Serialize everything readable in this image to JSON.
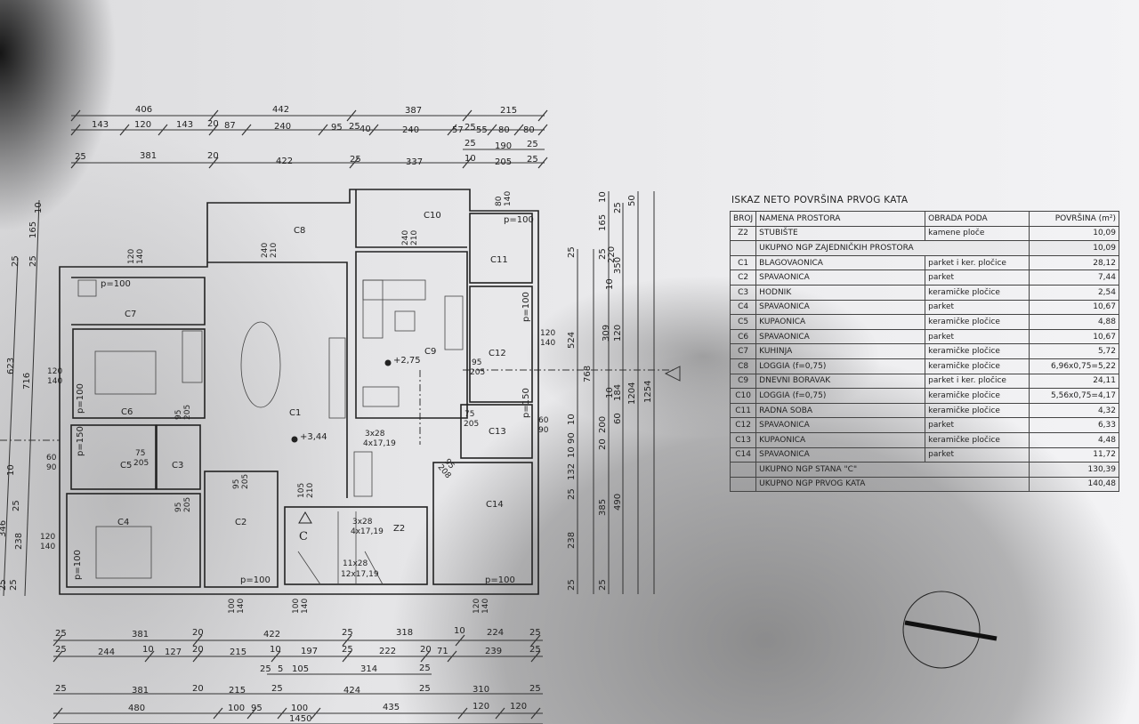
{
  "table": {
    "title": "ISKAZ NETO POVRŠINA PRVOG KATA",
    "headers": [
      "BROJ",
      "NAMENA PROSTORA",
      "OBRADA PODA",
      "POVRŠINA (m²)"
    ],
    "rows": [
      {
        "broj": "Z2",
        "namena": "STUBIŠTE",
        "obrada": "kamene ploče",
        "povrsina": "10,09"
      },
      {
        "broj": "",
        "namena": "UKUPNO NGP ZAJEDNIČKIH PROSTORA",
        "obrada": "",
        "povrsina": "10,09"
      },
      {
        "broj": "C1",
        "namena": "BLAGOVAONICA",
        "obrada": "parket i ker. pločice",
        "povrsina": "28,12"
      },
      {
        "broj": "C2",
        "namena": "SPAVAONICA",
        "obrada": "parket",
        "povrsina": "7,44"
      },
      {
        "broj": "C3",
        "namena": "HODNIK",
        "obrada": "keramičke pločice",
        "povrsina": "2,54"
      },
      {
        "broj": "C4",
        "namena": "SPAVAONICA",
        "obrada": "parket",
        "povrsina": "10,67"
      },
      {
        "broj": "C5",
        "namena": "KUPAONICA",
        "obrada": "keramičke pločice",
        "povrsina": "4,88"
      },
      {
        "broj": "C6",
        "namena": "SPAVAONICA",
        "obrada": "parket",
        "povrsina": "10,67"
      },
      {
        "broj": "C7",
        "namena": "KUHINJA",
        "obrada": "keramičke pločice",
        "povrsina": "5,72"
      },
      {
        "broj": "C8",
        "namena": "LOGGIA (f=0,75)",
        "obrada": "keramičke pločice",
        "povrsina": "6,96x0,75=5,22"
      },
      {
        "broj": "C9",
        "namena": "DNEVNI BORAVAK",
        "obrada": "parket i ker. pločice",
        "povrsina": "24,11"
      },
      {
        "broj": "C10",
        "namena": "LOGGIA (f=0,75)",
        "obrada": "keramičke pločice",
        "povrsina": "5,56x0,75=4,17"
      },
      {
        "broj": "C11",
        "namena": "RADNA SOBA",
        "obrada": "keramičke pločice",
        "povrsina": "4,32"
      },
      {
        "broj": "C12",
        "namena": "SPAVAONICA",
        "obrada": "parket",
        "povrsina": "6,33"
      },
      {
        "broj": "C13",
        "namena": "KUPAONICA",
        "obrada": "keramičke pločice",
        "povrsina": "4,48"
      },
      {
        "broj": "C14",
        "namena": "SPAVAONICA",
        "obrada": "parket",
        "povrsina": "11,72"
      },
      {
        "broj": "",
        "namena": "UKUPNO NGP STANA \"C\"",
        "obrada": "",
        "povrsina": "130,39"
      },
      {
        "broj": "",
        "namena": "UKUPNO NGP PRVOG KATA",
        "obrada": "",
        "povrsina": "140,48"
      }
    ]
  },
  "plan": {
    "rooms": {
      "c1": "C1",
      "c2": "C2",
      "c3": "C3",
      "c4": "C4",
      "c5": "C5",
      "c6": "C6",
      "c7": "C7",
      "c8": "C8",
      "c9": "C9",
      "c10": "C10",
      "c11": "C11",
      "c12": "C12",
      "c13": "C13",
      "c14": "C14",
      "z2": "Z2",
      "apartment": "C"
    },
    "levels": {
      "c9": "+2,75",
      "c1": "+3,44"
    },
    "sills": {
      "p100": "p=100",
      "p150": "p=150"
    },
    "stairs": {
      "a1": "3x28",
      "a2": "4x17,19",
      "b1": "11x28",
      "b2": "12x17,19"
    },
    "openings": [
      [
        "120",
        "140"
      ],
      [
        "240",
        "210"
      ],
      [
        "240",
        "210"
      ],
      [
        "80",
        "140"
      ],
      [
        "120",
        "140"
      ],
      [
        "95",
        "205"
      ],
      [
        "60",
        "90"
      ],
      [
        "75",
        "205"
      ],
      [
        "95",
        "205"
      ],
      [
        "75",
        "205"
      ],
      [
        "95",
        "205"
      ],
      [
        "95",
        "205"
      ],
      [
        "105",
        "210"
      ],
      [
        "95",
        "208"
      ],
      [
        "100",
        "140"
      ],
      [
        "100",
        "140"
      ],
      [
        "120",
        "140"
      ],
      [
        "120",
        "140"
      ],
      [
        "60",
        "90"
      ],
      [
        "120",
        "140"
      ]
    ],
    "dims_top": {
      "r1": [
        "406",
        "442",
        "387",
        "215"
      ],
      "r2": [
        "143",
        "120",
        "143",
        "20",
        "87",
        "240",
        "95",
        "25",
        "40",
        "240",
        "57",
        "25",
        "55",
        "80",
        "80"
      ],
      "r3": [
        "25",
        "190",
        "25"
      ],
      "r4": [
        "25",
        "381",
        "20",
        "422",
        "25",
        "337",
        "10",
        "205",
        "25"
      ]
    },
    "dims_bottom": {
      "r1": [
        "25",
        "381",
        "20",
        "422",
        "25",
        "318",
        "10",
        "224",
        "25"
      ],
      "r2": [
        "25",
        "244",
        "10",
        "127",
        "20",
        "215",
        "10",
        "197",
        "25",
        "222",
        "20",
        "71",
        "239",
        "25"
      ],
      "r3": [
        "25",
        "5",
        "105",
        "314",
        "25"
      ],
      "r4": [
        "25",
        "381",
        "20",
        "215",
        "25",
        "424",
        "25",
        "310",
        "25"
      ],
      "r5": [
        "480",
        "100",
        "95",
        "100",
        "435",
        "120",
        "120"
      ],
      "r6": [
        "1450"
      ]
    },
    "dims_right": {
      "a": [
        "25",
        "524",
        "10",
        "90",
        "10",
        "132",
        "25",
        "238",
        "25"
      ],
      "b": [
        "768"
      ],
      "c": [
        "10",
        "165",
        "25",
        "220",
        "10",
        "309",
        "10",
        "200",
        "20",
        "385",
        "25"
      ],
      "d": [
        "25",
        "350",
        "120",
        "184",
        "60",
        "490"
      ],
      "e": [
        "50",
        "1204"
      ],
      "f": [
        "1254"
      ]
    },
    "dims_left": [
      "10",
      "165",
      "25",
      "25",
      "623",
      "716",
      "10",
      "346",
      "25",
      "238",
      "25",
      "25"
    ]
  }
}
